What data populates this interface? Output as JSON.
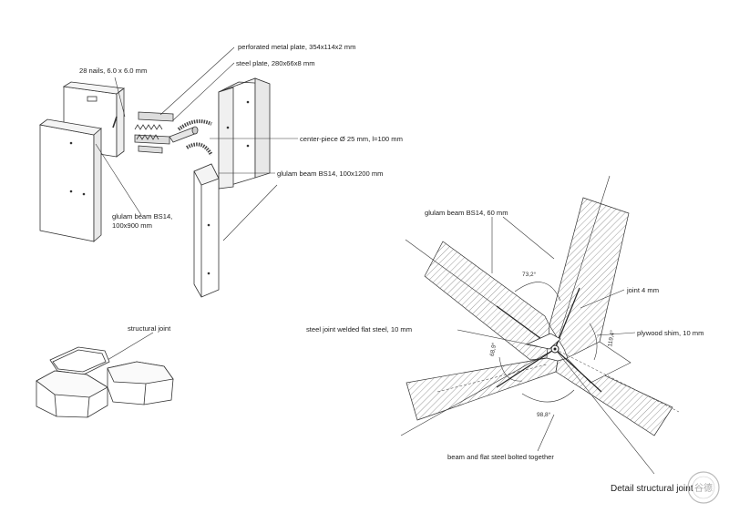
{
  "exploded_view": {
    "labels": {
      "perforated_plate": "perforated metal plate, 354x114x2 mm",
      "steel_plate": "steel plate, 280x66x8 mm",
      "nails": "28 nails, 6.0 x 6.0 mm",
      "center_piece": "center-piece Ø 25 mm, l=100 mm",
      "glulam_1200": "glulam beam BS14, 100x1200 mm",
      "glulam_900_line1": "glulam beam BS14,",
      "glulam_900_line2": "100x900 mm"
    }
  },
  "structural_joint": {
    "label": "structural joint"
  },
  "detail": {
    "labels": {
      "glulam_60": "glulam beam BS14, 60 mm",
      "joint_4": "joint 4 mm",
      "steel_joint": "steel joint welded flat steel, 10 mm",
      "plywood": "plywood shim, 10 mm",
      "bolted": "beam and flat steel bolted together"
    },
    "angles": {
      "a1": "73,2°",
      "a2": "119,4°",
      "a3": "68,9°",
      "a4": "98,8°"
    },
    "title": "Detail structural joint"
  },
  "watermark": {
    "text": "谷德"
  }
}
